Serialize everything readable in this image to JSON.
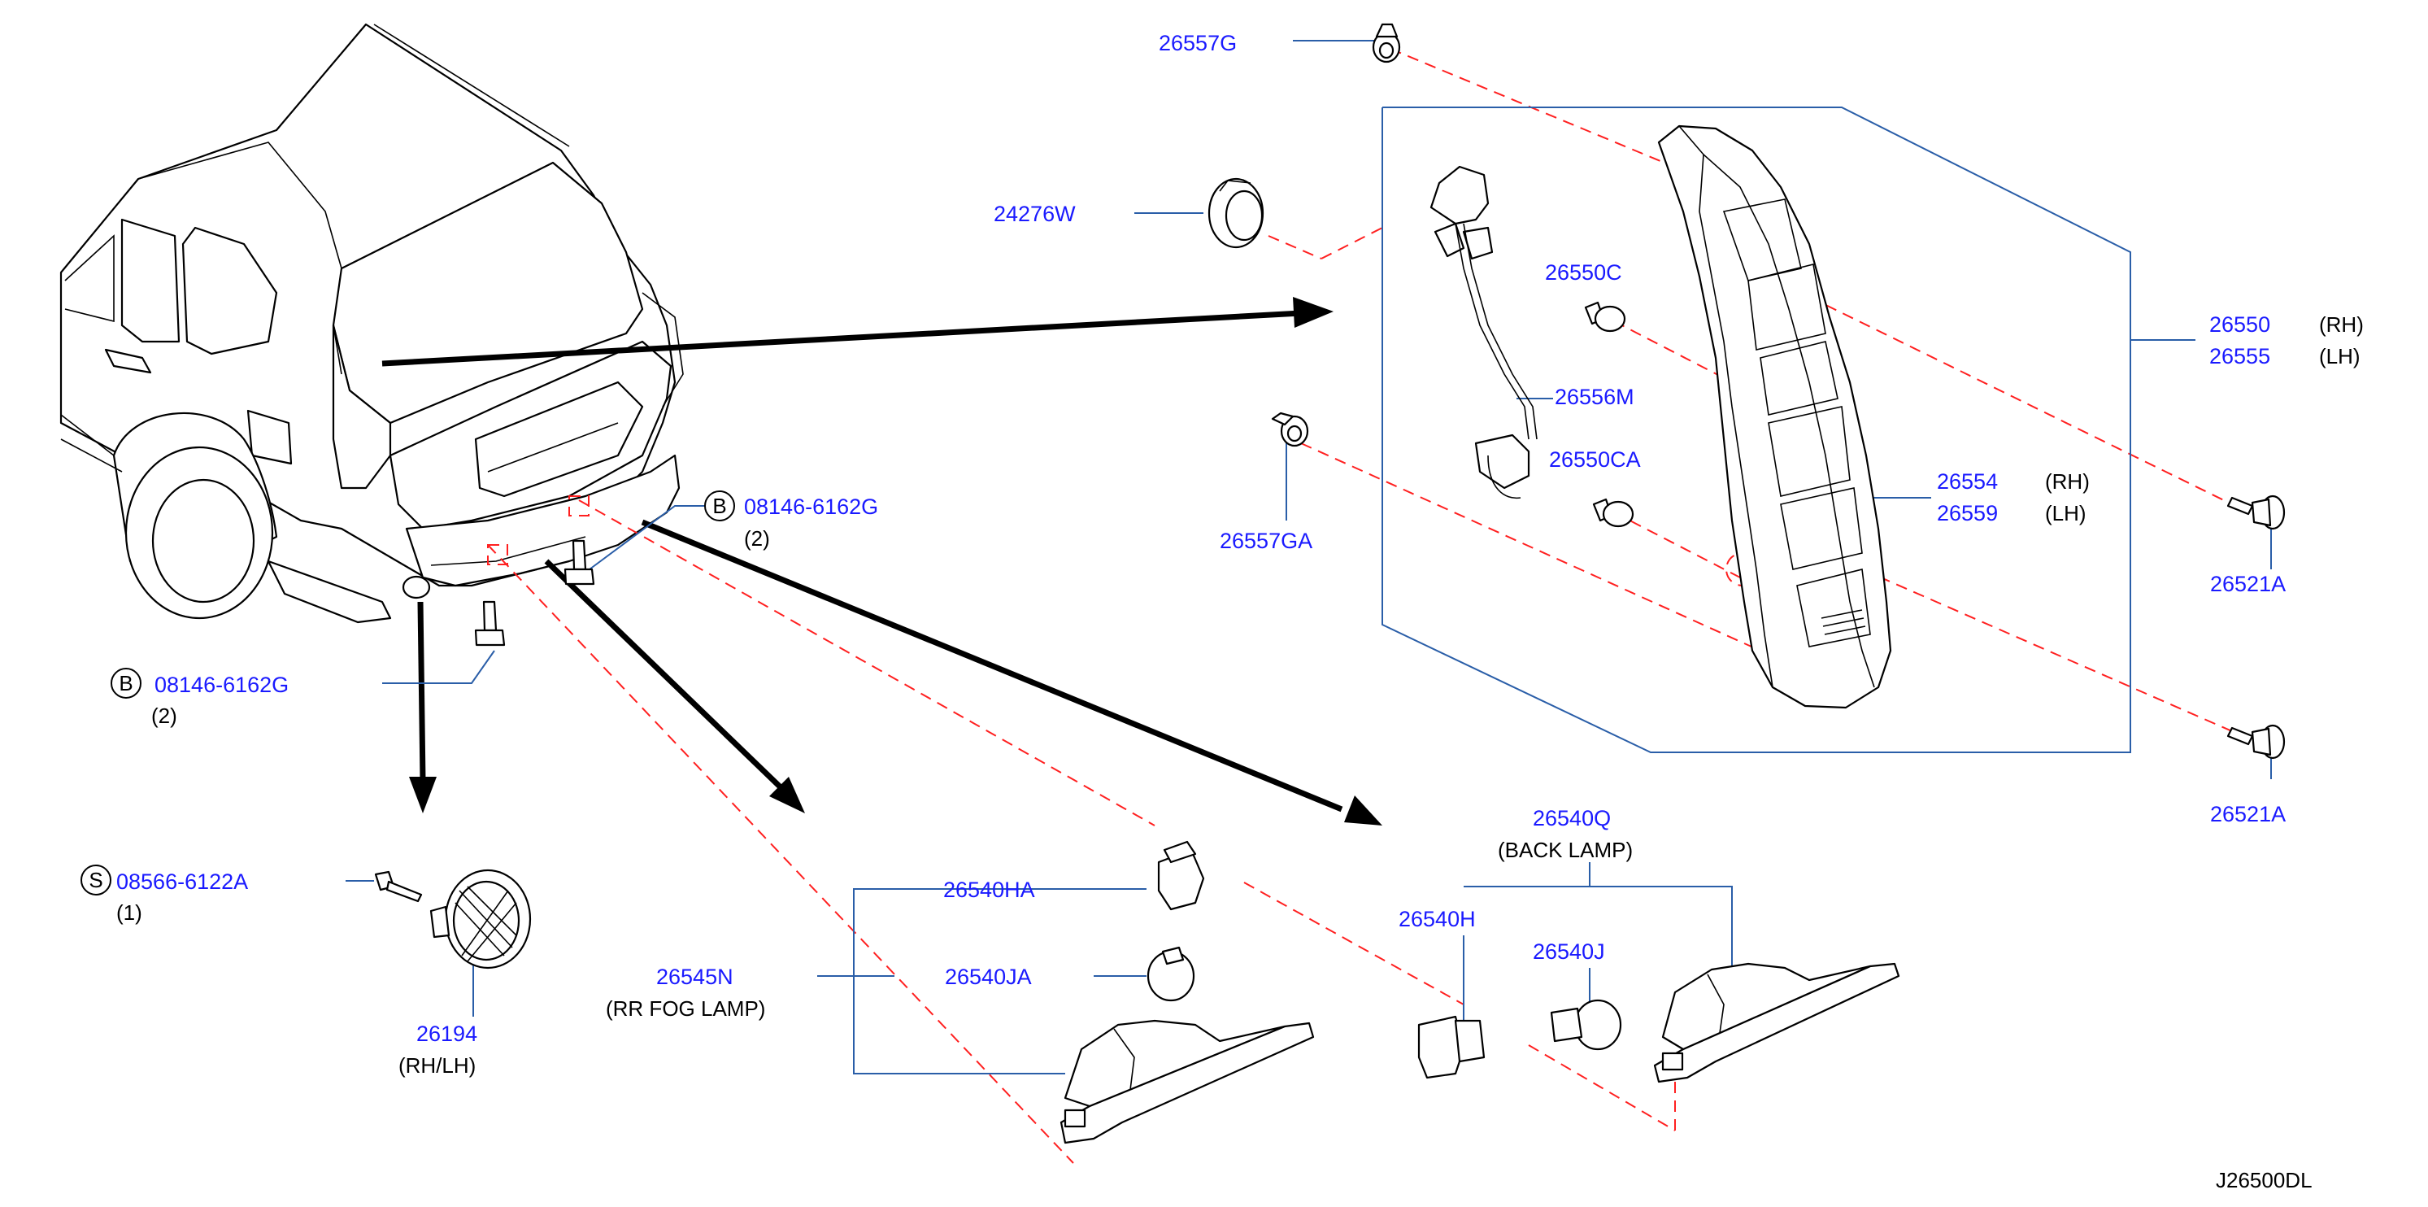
{
  "colors": {
    "part_number": "#1a1aff",
    "leader": "#2a5ea8",
    "dashed": "#ff2020",
    "ink": "#000000"
  },
  "labels": {
    "p26557G": "26557G",
    "p24276W": "24276W",
    "p26550C": "26550C",
    "p26556M": "26556M",
    "p26550CA": "26550CA",
    "p26557GA": "26557GA",
    "p26550": "26550",
    "p26555": "26555",
    "p26554": "26554",
    "p26559": "26559",
    "p26521A_top": "26521A",
    "p26521A_bottom": "26521A",
    "p08146_right": "08146-6162G",
    "p08146_left": "08146-6162G",
    "p08566": "08566-6122A",
    "p26194": "26194",
    "p26540Q": "26540Q",
    "p26540H": "26540H",
    "p26540J": "26540J",
    "p26540HA": "26540HA",
    "p26545N": "26545N",
    "p26540JA": "26540JA"
  },
  "notes": {
    "rh": "(RH)",
    "lh": "(LH)",
    "rh2": "(RH)",
    "lh2": "(LH)",
    "qty2_right": "(2)",
    "qty2_left": "(2)",
    "qty1": "(1)",
    "rh_lh": "(RH/LH)",
    "back_lamp": "(BACK LAMP)",
    "rr_fog_lamp": "(RR FOG LAMP)",
    "badge_b": "B",
    "badge_b2": "B",
    "badge_s": "S",
    "drawing_no": "J26500DL"
  }
}
